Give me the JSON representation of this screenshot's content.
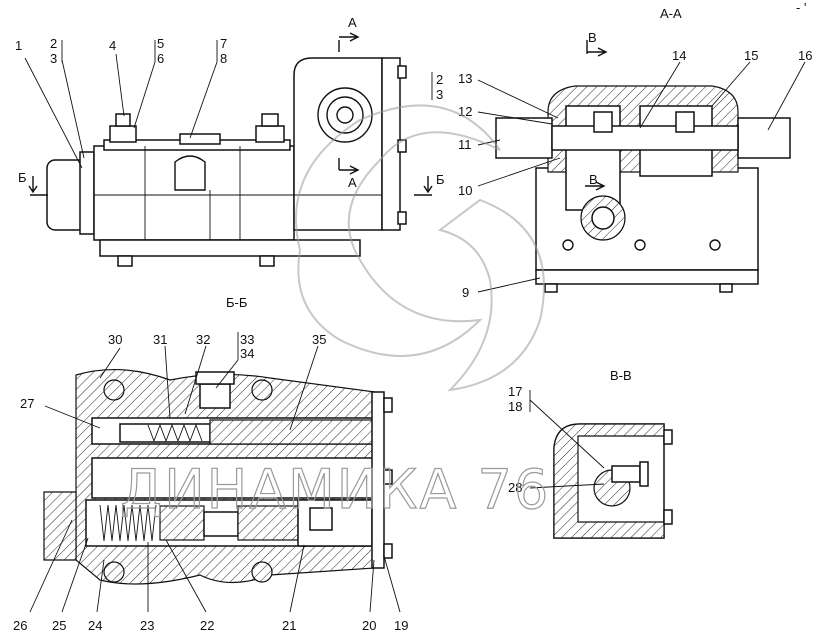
{
  "sections": {
    "aa": "А-А",
    "bb": "Б-Б",
    "vv": "В-В"
  },
  "cut_marks": {
    "a_top": "А",
    "a_bottom": "А",
    "b_left": "Б",
    "b_right": "Б",
    "v_top": "В",
    "v_mid": "В"
  },
  "callouts": {
    "n1": "1",
    "n2": "2",
    "n3": "3",
    "n4": "4",
    "n5": "5",
    "n6": "6",
    "n7": "7",
    "n8": "8",
    "n2b": "2",
    "n3b": "3",
    "n9": "9",
    "n10": "10",
    "n11": "11",
    "n12": "12",
    "n13": "13",
    "n14": "14",
    "n15": "15",
    "n16": "16",
    "n17": "17",
    "n18": "18",
    "n19": "19",
    "n20": "20",
    "n21": "21",
    "n22": "22",
    "n23": "23",
    "n24": "24",
    "n25": "25",
    "n26": "26",
    "n27": "27",
    "n28": "28",
    "n30": "30",
    "n31": "31",
    "n32": "32",
    "n33": "33",
    "n34": "34",
    "n35": "35"
  },
  "watermark": {
    "text": "ДИНАМИКА 76"
  },
  "corner_mark": "- '"
}
